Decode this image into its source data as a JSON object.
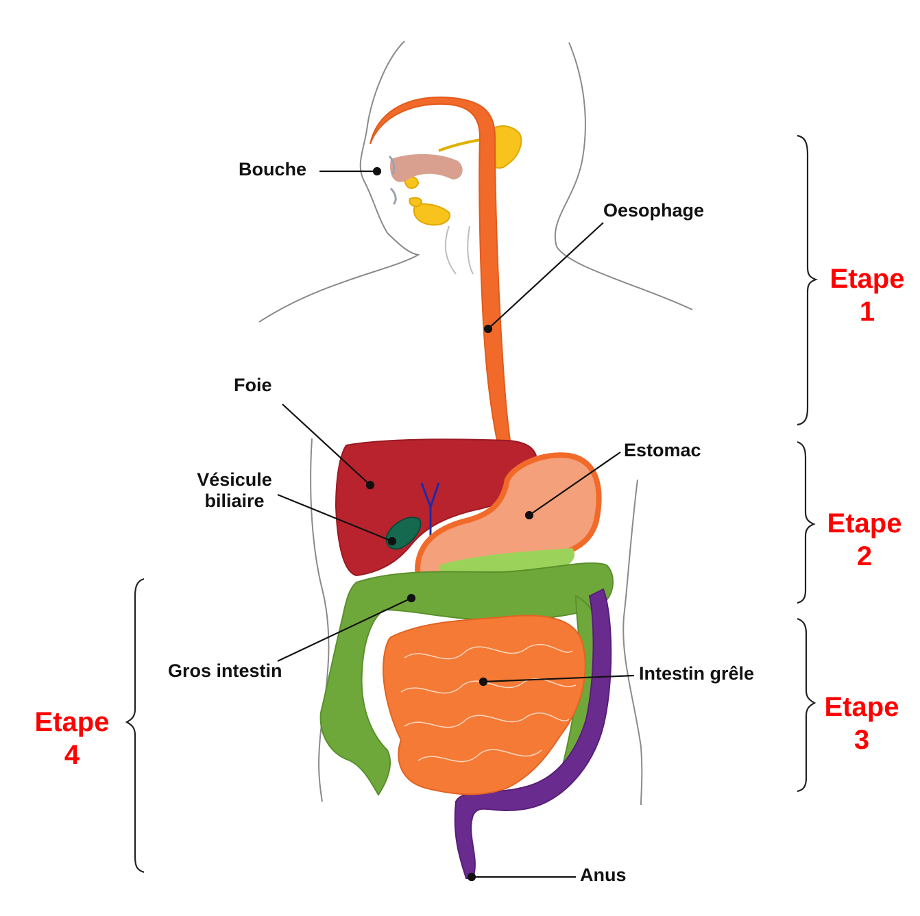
{
  "labels": {
    "bouche": "Bouche",
    "oesophage": "Oesophage",
    "foie": "Foie",
    "vesicule_line1": "Vésicule",
    "vesicule_line2": "biliaire",
    "estomac": "Estomac",
    "gros_intestin": "Gros intestin",
    "intestin_grele": "Intestin grêle",
    "anus": "Anus"
  },
  "stages": [
    {
      "word": "Etape",
      "num": "1"
    },
    {
      "word": "Etape",
      "num": "2"
    },
    {
      "word": "Etape",
      "num": "3"
    },
    {
      "word": "Etape",
      "num": "4"
    }
  ],
  "colors": {
    "oesophagus": "#f26a2a",
    "liver": "#b8232e",
    "gallbladder": "#14694f",
    "stomach": "#f4a07a",
    "large_intestine": "#6fa83a",
    "small_intestine": "#f47a35",
    "rectum": "#6a2b8e",
    "salivary": "#f7c31c",
    "stage_text": "#ff0000",
    "outline": "#8a8a8a"
  }
}
